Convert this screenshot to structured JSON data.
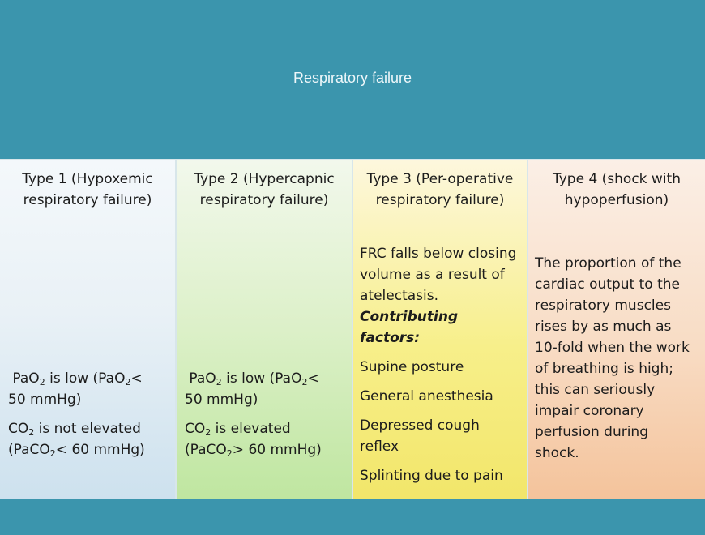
{
  "title": "Respiratory failure",
  "columns": [
    {
      "header": "Type 1 (Hypoxemic respiratory failure)",
      "pao2_line_1": "is low (PaO",
      "pao2_line_1_end": "<",
      "pao2_line_2": "50 mmHg)",
      "co2_line_1": "is not elevated",
      "co2_line_2_start": "(PaCO",
      "co2_line_2_end": "< 60 mmHg)"
    },
    {
      "header": "Type 2 (Hypercapnic respiratory failure)",
      "pao2_line_1": "is low (PaO",
      "pao2_line_1_end": "<",
      "pao2_line_2": "50 mmHg)",
      "co2_line_1": "is elevated",
      "co2_line_2_start": "(PaCO",
      "co2_line_2_end": "> 60 mmHg)"
    },
    {
      "header": "Type 3 (Per-operative respiratory failure)",
      "intro": "FRC falls below closing volume as a result of atelectasis.",
      "contributing_label": "Contributing factors:",
      "factors": [
        "Supine posture",
        "General anesthesia",
        "Depressed cough reflex",
        "Splinting due to pain"
      ]
    },
    {
      "header": "Type 4 (shock with hypoperfusion)",
      "text": "The proportion of the cardiac output to the respiratory muscles rises by as much as 10-fold when the work of breathing is high; this can seriously impair coronary perfusion during shock."
    }
  ],
  "symbols": {
    "pao": "PaO",
    "co": "CO",
    "sub2": "2"
  }
}
